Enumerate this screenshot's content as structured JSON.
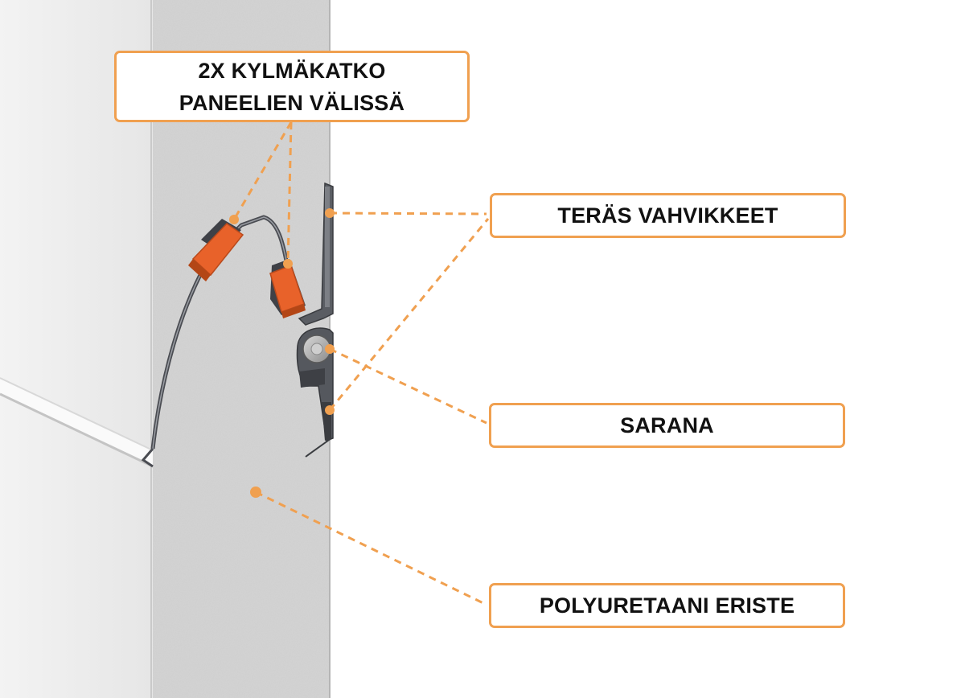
{
  "colors": {
    "accent": "#f0a050",
    "thermal_break": "#e8622a",
    "foam": "#d5d5d5",
    "panel_face": "#eeeeee",
    "steel": "#5a5d63"
  },
  "callouts": {
    "thermal_break": {
      "line1": "2X KYLMÄKATKO",
      "line2": "PANEELIEN VÄLISSÄ"
    },
    "steel_reinforcements": "TERÄS VAHVIKKEET",
    "hinge": "SARANA",
    "insulation": "POLYURETAANI ERISTE"
  }
}
